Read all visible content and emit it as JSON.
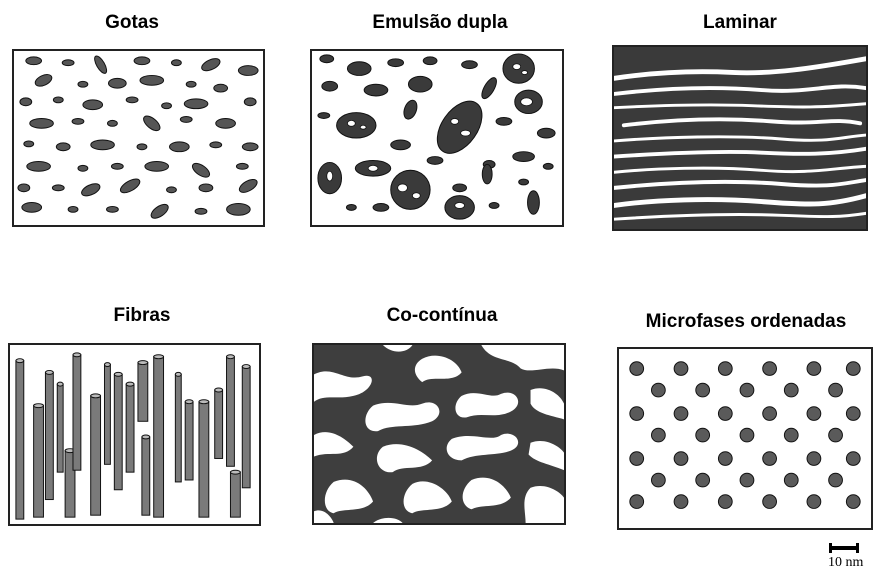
{
  "panels": [
    {
      "key": "gotas",
      "title": "Gotas"
    },
    {
      "key": "emulsao",
      "title": "Emulsão dupla"
    },
    {
      "key": "laminar",
      "title": "Laminar"
    },
    {
      "key": "fibras",
      "title": "Fibras"
    },
    {
      "key": "cocontinua",
      "title": "Co-contínua"
    },
    {
      "key": "microfases",
      "title": "Microfases ordenadas"
    }
  ],
  "scale_bar": {
    "label": "10 nm"
  },
  "colors": {
    "phase": "#3a3a3a",
    "phase_light": "#8a8a8a",
    "matrix": "#ffffff",
    "border": "#222222"
  }
}
